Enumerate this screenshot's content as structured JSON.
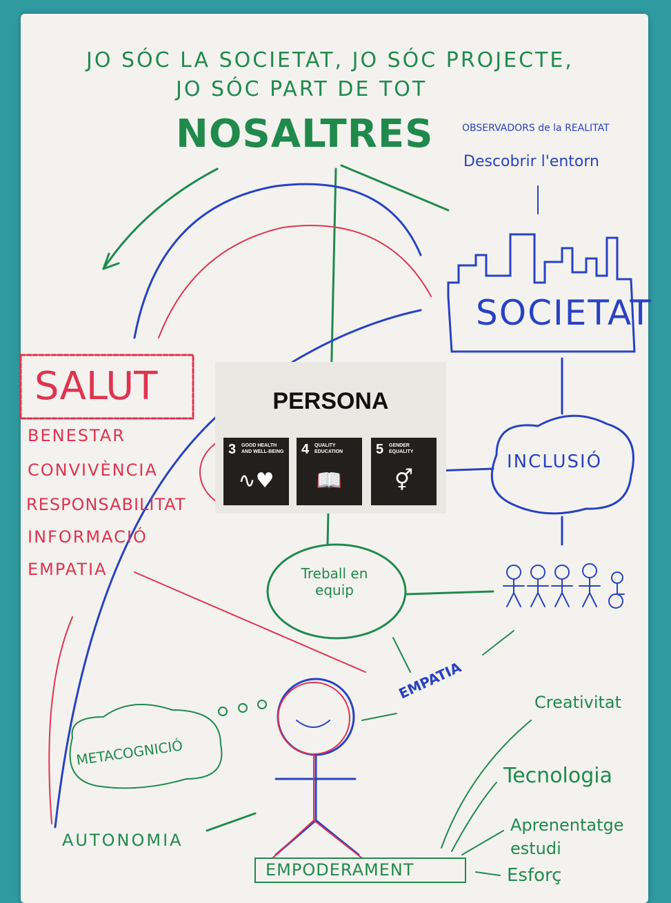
{
  "header": {
    "line1": "JO SÓC LA SOCIETAT, JO SÓC PROJECTE,",
    "line2": "JO SÓC PART DE TOT",
    "title": "NOSALTRES"
  },
  "societat": {
    "note1": "OBSERVADORS de la REALITAT",
    "note2": "Descobrir l'entorn",
    "label": "SOCIETAT",
    "inclusion": "INCLUSIÓ"
  },
  "salut": {
    "label": "SALUT",
    "items": [
      "BENESTAR",
      "CONVIVÈNCIA",
      "RESPONSABILITAT",
      "INFORMACIÓ",
      "EMPATIA"
    ]
  },
  "persona": {
    "title": "PERSONA",
    "goals": [
      {
        "number": "3",
        "label": "GOOD HEALTH AND WELL-BEING",
        "icon": "heartbeat-icon"
      },
      {
        "number": "4",
        "label": "QUALITY EDUCATION",
        "icon": "book-icon"
      },
      {
        "number": "5",
        "label": "GENDER EQUALITY",
        "icon": "gender-icon"
      }
    ]
  },
  "center": {
    "teamwork": "Treball en equip",
    "empathy": "EMPATIA"
  },
  "person": {
    "metacognition": "METACOGNICIÓ",
    "autonomy": "AUTONOMIA",
    "empowerment": "EMPODERAMENT",
    "branches": [
      "Creativitat",
      "Tecnologia",
      "Aprenentatge estudi",
      "Esforç"
    ]
  },
  "colors": {
    "green": "#1f8a4c",
    "blue": "#2742c4",
    "red": "#e0334f",
    "background": "#2f9aa0"
  }
}
